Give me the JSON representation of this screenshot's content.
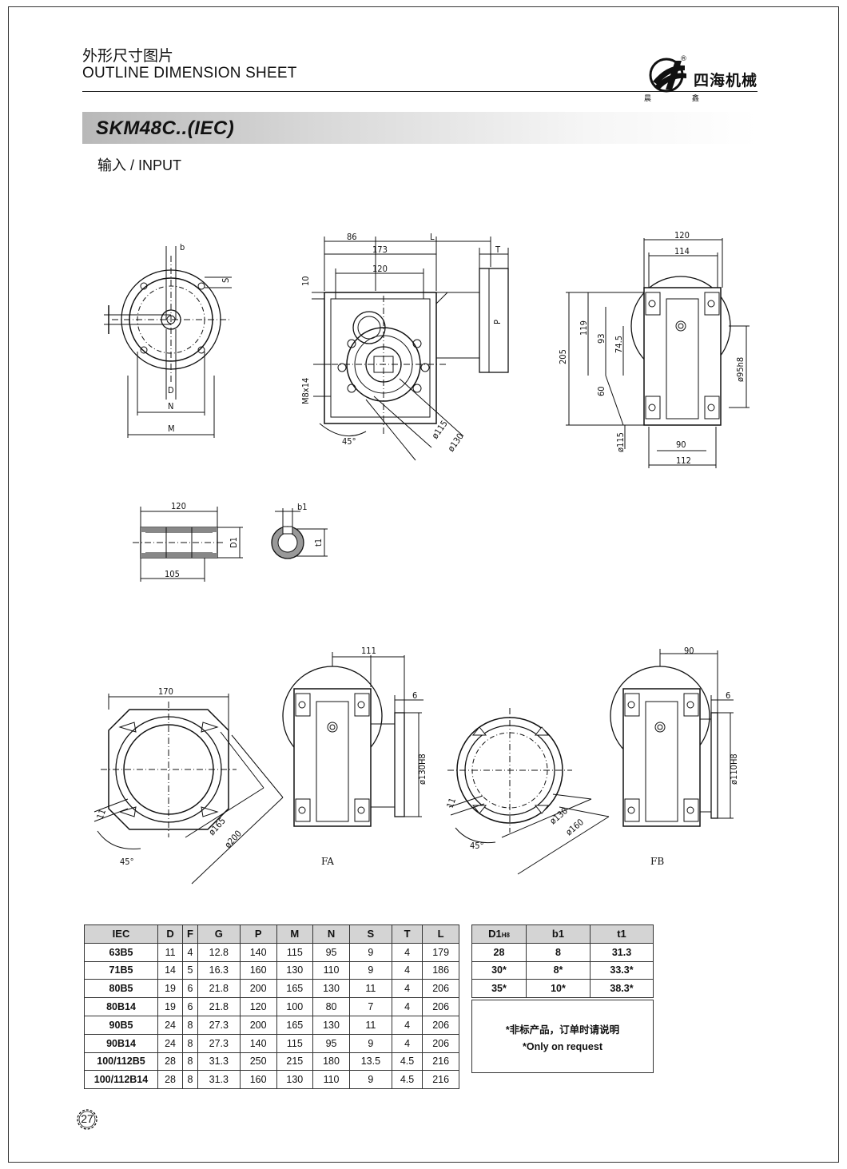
{
  "header": {
    "title_cn": "外形尺寸图片",
    "title_en": "OUTLINE DIMENSION SHEET",
    "brand_name": "四海机械",
    "brand_sub": "晨 鑫",
    "registered_mark": "®"
  },
  "model": {
    "title": "SKM48C..(IEC)",
    "section": "输入 / INPUT"
  },
  "drawings": {
    "flange_front": {
      "labels": [
        "b",
        "S",
        "D",
        "N",
        "M"
      ]
    },
    "gearbox_front": {
      "labels": [
        "86",
        "L",
        "T",
        "173",
        "120",
        "10",
        "P",
        "M8x14",
        "45°",
        "ø115",
        "ø130"
      ]
    },
    "gearbox_side": {
      "labels": [
        "120",
        "114",
        "205",
        "119",
        "93",
        "74.5",
        "60",
        "ø95h8",
        "ø115",
        "90",
        "112"
      ]
    },
    "hollow_shaft": {
      "labels": [
        "120",
        "105",
        "D1"
      ]
    },
    "shaft_section": {
      "labels": [
        "b1",
        "t1"
      ]
    },
    "flange_fa": {
      "labels": [
        "170",
        "11",
        "45°",
        "ø165",
        "ø200"
      ]
    },
    "gearbox_fa": {
      "labels": [
        "111",
        "6",
        "ø130H8"
      ],
      "caption": "FA"
    },
    "flange_fb": {
      "labels": [
        "11",
        "45°",
        "ø130",
        "ø160"
      ]
    },
    "gearbox_fb": {
      "labels": [
        "90",
        "6",
        "ø110H8"
      ],
      "caption": "FB"
    }
  },
  "spec_table": {
    "headers": [
      "IEC",
      "D",
      "F",
      "G",
      "P",
      "M",
      "N",
      "S",
      "T",
      "L"
    ],
    "rows": [
      [
        "63B5",
        "11",
        "4",
        "12.8",
        "140",
        "115",
        "95",
        "9",
        "4",
        "179"
      ],
      [
        "71B5",
        "14",
        "5",
        "16.3",
        "160",
        "130",
        "110",
        "9",
        "4",
        "186"
      ],
      [
        "80B5",
        "19",
        "6",
        "21.8",
        "200",
        "165",
        "130",
        "11",
        "4",
        "206"
      ],
      [
        "80B14",
        "19",
        "6",
        "21.8",
        "120",
        "100",
        "80",
        "7",
        "4",
        "206"
      ],
      [
        "90B5",
        "24",
        "8",
        "27.3",
        "200",
        "165",
        "130",
        "11",
        "4",
        "206"
      ],
      [
        "90B14",
        "24",
        "8",
        "27.3",
        "140",
        "115",
        "95",
        "9",
        "4",
        "206"
      ],
      [
        "100/112B5",
        "28",
        "8",
        "31.3",
        "250",
        "215",
        "180",
        "13.5",
        "4.5",
        "216"
      ],
      [
        "100/112B14",
        "28",
        "8",
        "31.3",
        "160",
        "130",
        "110",
        "9",
        "4.5",
        "216"
      ]
    ]
  },
  "bore_table": {
    "header_d1": "D1",
    "header_d1_sub": "H8",
    "headers": [
      "b1",
      "t1"
    ],
    "rows": [
      [
        "28",
        "8",
        "31.3"
      ],
      [
        "30*",
        "8*",
        "33.3*"
      ],
      [
        "35*",
        "10*",
        "38.3*"
      ]
    ]
  },
  "notes": {
    "cn": "*非标产品，订单时请说明",
    "en": "*Only on request"
  },
  "footer": {
    "page": "27"
  }
}
